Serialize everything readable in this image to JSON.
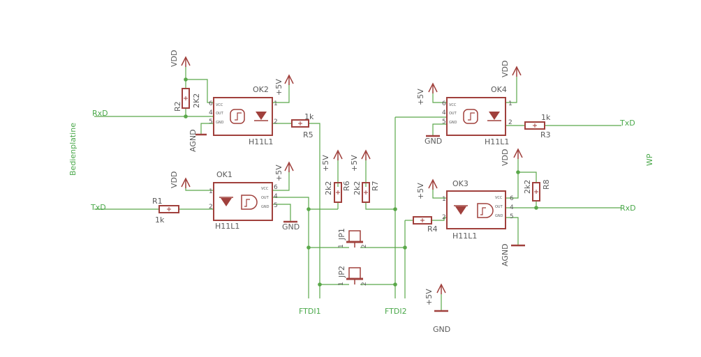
{
  "colors": {
    "background": "#ffffff",
    "wire": "#5aa84a",
    "symbol": "#a0403c",
    "label": "#5a5a5a",
    "net_label": "#4aa84a"
  },
  "optocouplers": [
    {
      "name": "OK1",
      "value": "H11L1"
    },
    {
      "name": "OK2",
      "value": "H11L1"
    },
    {
      "name": "OK3",
      "value": "H11L1"
    },
    {
      "name": "OK4",
      "value": "H11L1"
    }
  ],
  "resistors": [
    {
      "name": "R1",
      "value": "1k"
    },
    {
      "name": "R2",
      "value": "2K2"
    },
    {
      "name": "R3",
      "value": "1k"
    },
    {
      "name": "R4",
      "value": ""
    },
    {
      "name": "R5",
      "value": "1k"
    },
    {
      "name": "R6",
      "value": "2k2"
    },
    {
      "name": "R7",
      "value": "2k2"
    },
    {
      "name": "R8",
      "value": "2k2"
    }
  ],
  "jumpers": [
    {
      "name": "JP1"
    },
    {
      "name": "JP2"
    }
  ],
  "net_labels": {
    "rxd": "RxD",
    "txd": "TxD",
    "bedienplatine": "Bedienplatine",
    "wp": "WP",
    "ftdi1": "FTDI1",
    "ftdi2": "FTDI2"
  },
  "supplies": {
    "vdd": "VDD",
    "plus5v": "+5V",
    "gnd": "GND",
    "agnd": "AGND"
  },
  "pin_text": {
    "vcc": "VCC",
    "out": "OUT",
    "gnd": "GND"
  },
  "pin_numbers": [
    "1",
    "2",
    "4",
    "5",
    "6"
  ]
}
